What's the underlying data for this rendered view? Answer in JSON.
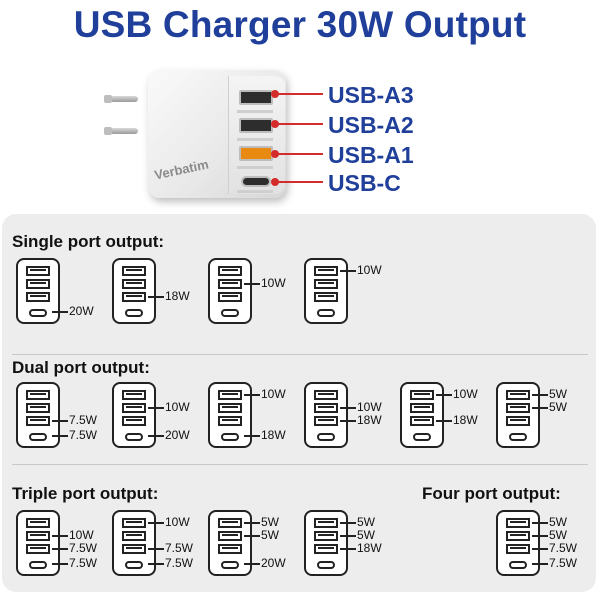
{
  "title": "USB Charger 30W Output",
  "charger": {
    "brand": "Verbatim",
    "ports": [
      {
        "name": "USB-A3",
        "type": "usb-a",
        "color": "#2d2d2d"
      },
      {
        "name": "USB-A2",
        "type": "usb-a",
        "color": "#2d2d2d"
      },
      {
        "name": "USB-A1",
        "type": "usb-a",
        "color": "#e88a12"
      },
      {
        "name": "USB-C",
        "type": "usb-c",
        "color": "#2d2d2d"
      }
    ]
  },
  "colors": {
    "title": "#1f3f9a",
    "pointer": "#d42b2b",
    "panel": "#ededed"
  },
  "sections": {
    "single": {
      "title": "Single port output:"
    },
    "dual": {
      "title": "Dual port output:"
    },
    "triple": {
      "title": "Triple port output:"
    },
    "four": {
      "title": "Four port output:"
    }
  },
  "configs": [
    {
      "section": "single",
      "outputs": [
        null,
        null,
        null,
        "20W"
      ]
    },
    {
      "section": "single",
      "outputs": [
        null,
        null,
        "18W",
        null
      ]
    },
    {
      "section": "single",
      "outputs": [
        null,
        "10W",
        null,
        null
      ]
    },
    {
      "section": "single",
      "outputs": [
        "10W",
        null,
        null,
        null
      ]
    },
    {
      "section": "dual",
      "outputs": [
        null,
        null,
        "7.5W",
        "7.5W"
      ]
    },
    {
      "section": "dual",
      "outputs": [
        null,
        "10W",
        null,
        "20W"
      ]
    },
    {
      "section": "dual",
      "outputs": [
        "10W",
        null,
        null,
        "18W"
      ]
    },
    {
      "section": "dual",
      "outputs": [
        null,
        "10W",
        "18W",
        null
      ]
    },
    {
      "section": "dual",
      "outputs": [
        "10W",
        null,
        "18W",
        null
      ]
    },
    {
      "section": "dual",
      "outputs": [
        "5W",
        "5W",
        null,
        null
      ]
    },
    {
      "section": "triple",
      "outputs": [
        null,
        "10W",
        "7.5W",
        "7.5W"
      ]
    },
    {
      "section": "triple",
      "outputs": [
        "10W",
        null,
        "7.5W",
        "7.5W"
      ]
    },
    {
      "section": "triple",
      "outputs": [
        "5W",
        "5W",
        null,
        "20W"
      ]
    },
    {
      "section": "triple",
      "outputs": [
        "5W",
        "5W",
        "18W",
        null
      ]
    },
    {
      "section": "four",
      "outputs": [
        "5W",
        "5W",
        "7.5W",
        "7.5W"
      ]
    }
  ]
}
